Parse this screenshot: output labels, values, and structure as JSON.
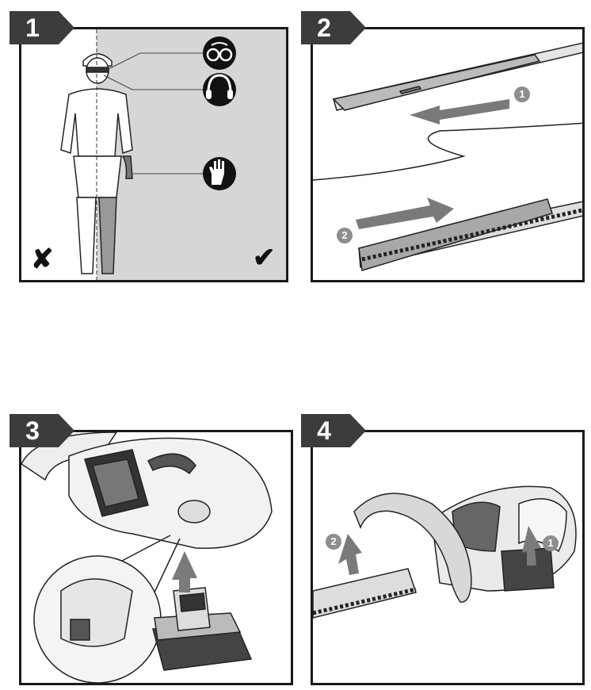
{
  "steps": [
    {
      "number": "1",
      "icons": [
        "safety-glasses-icon",
        "ear-protection-icon",
        "gloves-icon"
      ],
      "marks": {
        "wrong": "✘",
        "right": "✔"
      }
    },
    {
      "number": "2",
      "callouts": [
        "1",
        "2"
      ]
    },
    {
      "number": "3"
    },
    {
      "number": "4",
      "callouts": [
        "1",
        "2"
      ]
    }
  ],
  "colors": {
    "tag": "#3c3c3c",
    "frame": "#1a1a1a",
    "shade": "#d6d6d6",
    "callout": "#8e8e8e"
  }
}
